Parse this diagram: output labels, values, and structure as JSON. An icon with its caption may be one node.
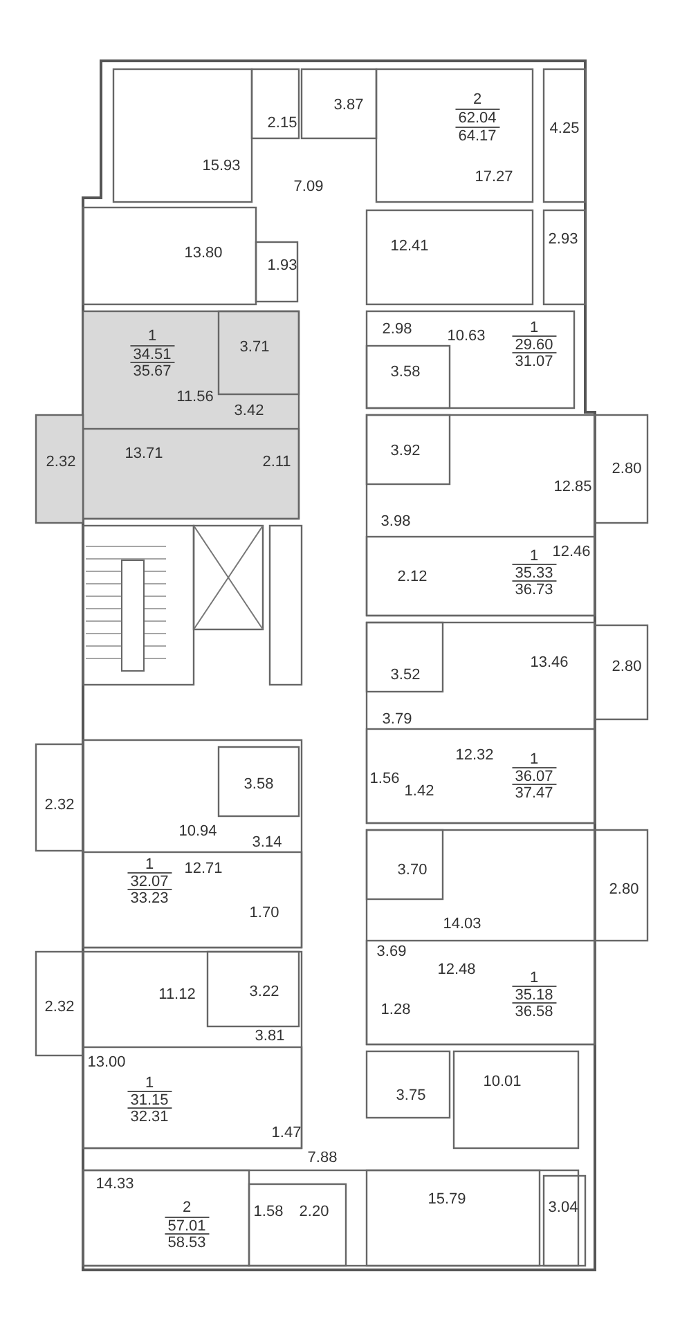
{
  "diagram": {
    "labels": [
      "3.87",
      "2.15",
      "2",
      "62.04",
      "64.17",
      "4.25",
      "15.93",
      "7.09",
      "17.27",
      "13.80",
      "1.93",
      "12.41",
      "2.93",
      "2.98",
      "10.63",
      "1",
      "29.60",
      "31.07",
      "1",
      "34.51",
      "35.67",
      "3.71",
      "3.58",
      "11.56",
      "3.42",
      "13.71",
      "2.32",
      "2.11",
      "3.92",
      "2.80",
      "12.85",
      "3.98",
      "1",
      "12.46",
      "35.33",
      "36.73",
      "2.12",
      "3.52",
      "13.46",
      "2.80",
      "3.79",
      "12.32",
      "1",
      "36.07",
      "37.47",
      "1.56",
      "1.42",
      "2.32",
      "3.58",
      "10.94",
      "3.14",
      "1",
      "32.07",
      "33.23",
      "12.71",
      "1.70",
      "3.70",
      "2.80",
      "14.03",
      "3.69",
      "12.48",
      "1",
      "35.18",
      "36.58",
      "11.12",
      "3.22",
      "2.32",
      "1.28",
      "3.81",
      "13.00",
      "1",
      "31.15",
      "32.31",
      "10.01",
      "3.75",
      "1.47",
      "7.88",
      "14.33",
      "2",
      "1.58",
      "2.20",
      "15.79",
      "3.04",
      "57.01",
      "58.53"
    ]
  }
}
